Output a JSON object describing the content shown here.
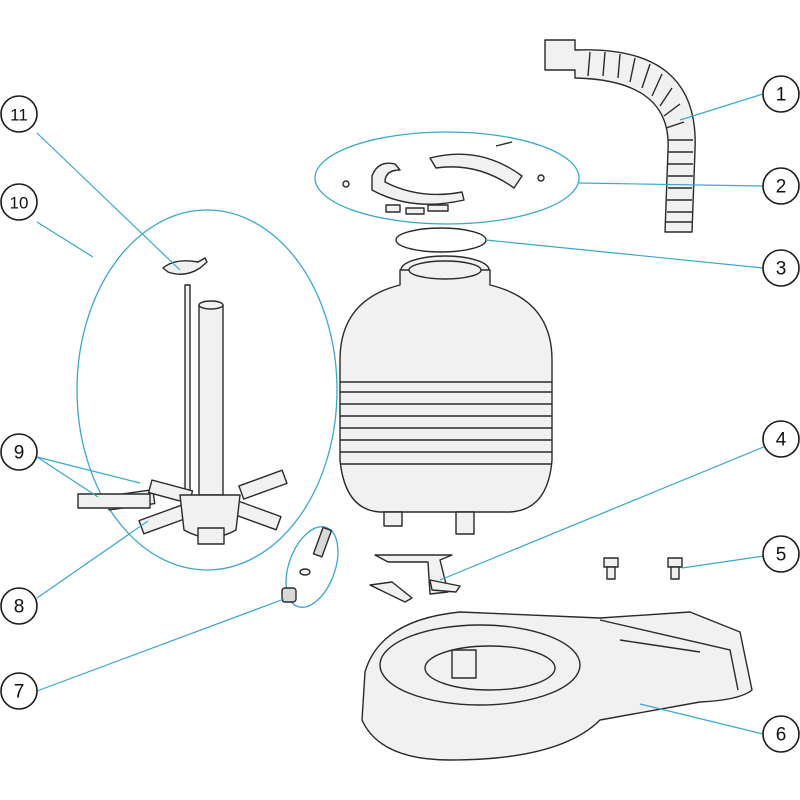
{
  "colors": {
    "leader": "#3aa7c9",
    "outline": "#2a2a2a",
    "part_fill": "#f1f1f1"
  },
  "callouts": [
    {
      "label": "1",
      "part": "flexible-hose"
    },
    {
      "label": "2",
      "part": "clamp-kit"
    },
    {
      "label": "3",
      "part": "o-ring"
    },
    {
      "label": "4",
      "part": "tank-support-cross"
    },
    {
      "label": "5",
      "part": "screws"
    },
    {
      "label": "6",
      "part": "filter-base"
    },
    {
      "label": "7",
      "part": "drain-plug-kit"
    },
    {
      "label": "8",
      "part": "lateral-arm"
    },
    {
      "label": "9",
      "part": "lateral-arms-pair"
    },
    {
      "label": "10",
      "part": "collector-assembly"
    },
    {
      "label": "11",
      "part": "cover-clip"
    }
  ]
}
